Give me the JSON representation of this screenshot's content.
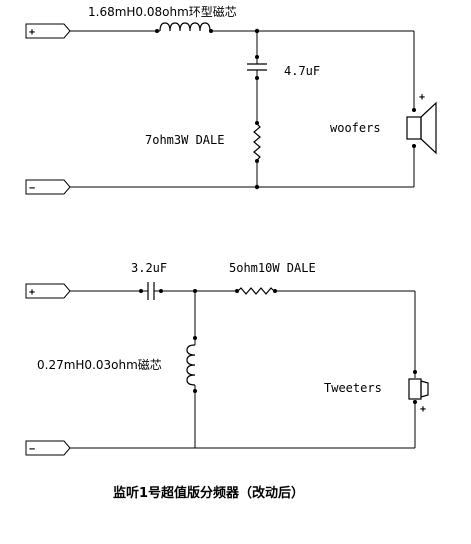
{
  "woofer_circuit": {
    "inductor_label": "1.68mH0.08ohm环型磁芯",
    "capacitor_label": "4.7uF",
    "resistor_label": "7ohm3W DALE",
    "speaker_label": "woofers",
    "input_plus": "+",
    "input_minus": "−",
    "speaker_plus": "+"
  },
  "tweeter_circuit": {
    "capacitor_label": "3.2uF",
    "resistor_label": "5ohm10W DALE",
    "inductor_label": "0.27mH0.03ohm磁芯",
    "speaker_label": "Tweeters",
    "input_plus": "+",
    "input_minus": "−",
    "speaker_plus": "+"
  },
  "caption": "监听1号超值版分频器（改动后）"
}
